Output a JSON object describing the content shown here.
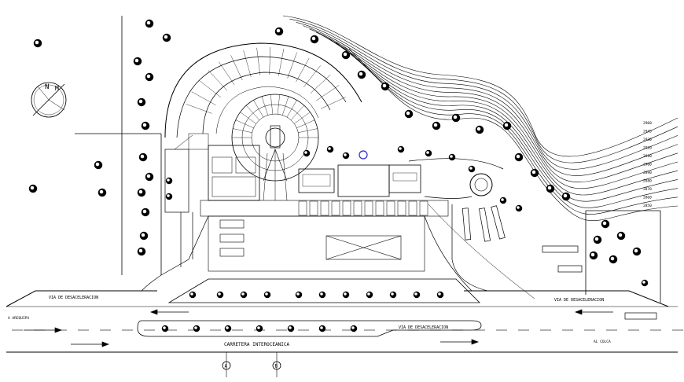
{
  "compass": {
    "north_label": "N",
    "magnetic_label": "M"
  },
  "road_labels": {
    "via_desaceleracion_left": "VIA DE DESACELERACION",
    "via_desaceleracion_right": "VIA DE DESACELERACION",
    "via_desaceleracion_center": "VIA DE DESACELERACION",
    "carretera": "CARRETERA INTEROCEANICA",
    "to_left": "A AREQUIPA",
    "to_right": "AL COLCA"
  },
  "contour_elevations": [
    "2960",
    "2945",
    "2930",
    "2920",
    "2910",
    "2900",
    "2890",
    "2880",
    "2870",
    "2860",
    "2850"
  ],
  "markers": {
    "section_a": "A",
    "section_b": "B"
  },
  "colors": {
    "line": "#000000",
    "background": "#ffffff",
    "accent": "#2a2ad0"
  }
}
